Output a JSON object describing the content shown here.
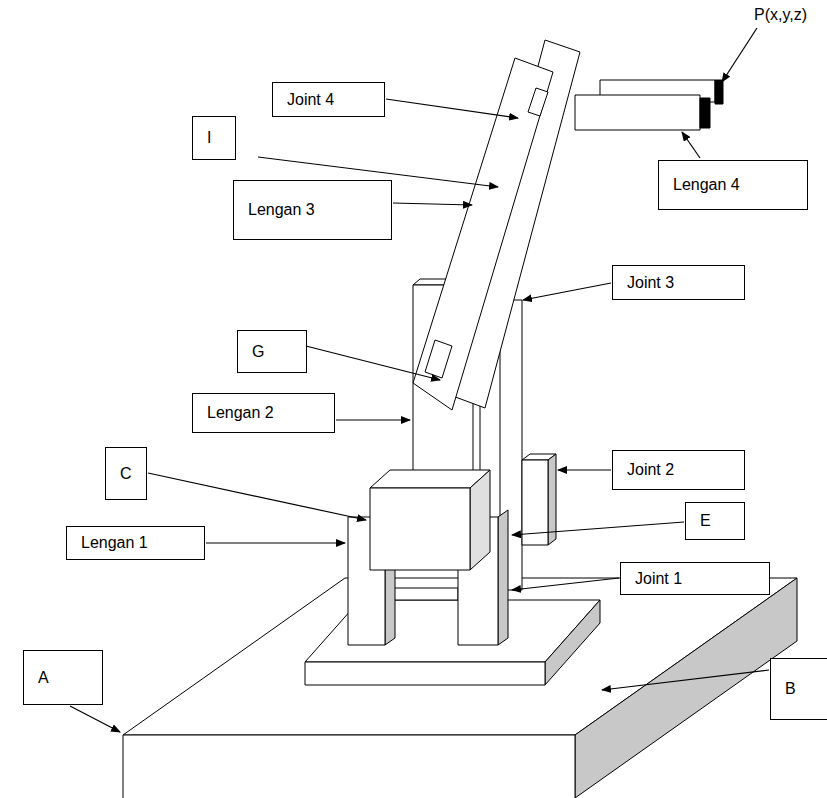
{
  "diagram": {
    "nodes": [
      {
        "text": [
          "Joint 4"
        ]
      },
      {
        "text": [
          "I"
        ]
      },
      {
        "text": [
          "Lengan 4"
        ]
      },
      {
        "text": [
          "Lengan 3"
        ]
      },
      {
        "text": [
          "Joint 3"
        ]
      },
      {
        "text": [
          "G"
        ]
      },
      {
        "text": [
          "Lengan 2"
        ]
      },
      {
        "text": [
          "C"
        ]
      },
      {
        "text": [
          "Joint 2"
        ]
      },
      {
        "text": [
          "E"
        ]
      },
      {
        "text": [
          "Lengan 1"
        ]
      },
      {
        "text": [
          "Joint 1"
        ]
      },
      {
        "text": [
          "A"
        ]
      },
      {
        "text": [
          "B"
        ]
      }
    ],
    "labels": [
      "P(x,y,z)"
    ]
  }
}
